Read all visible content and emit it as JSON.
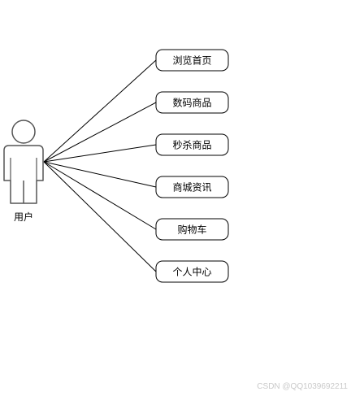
{
  "actor": {
    "label": "用户"
  },
  "use_cases": [
    {
      "label": "浏览首页"
    },
    {
      "label": "数码商品"
    },
    {
      "label": "秒杀商品"
    },
    {
      "label": "商城资讯"
    },
    {
      "label": "购物车"
    },
    {
      "label": "个人中心"
    }
  ],
  "watermark": "CSDN @QQ1039692211",
  "colors": {
    "stroke": "#000000",
    "actor_stroke": "#555555",
    "background": "#ffffff",
    "watermark": "#c9c9c9"
  }
}
